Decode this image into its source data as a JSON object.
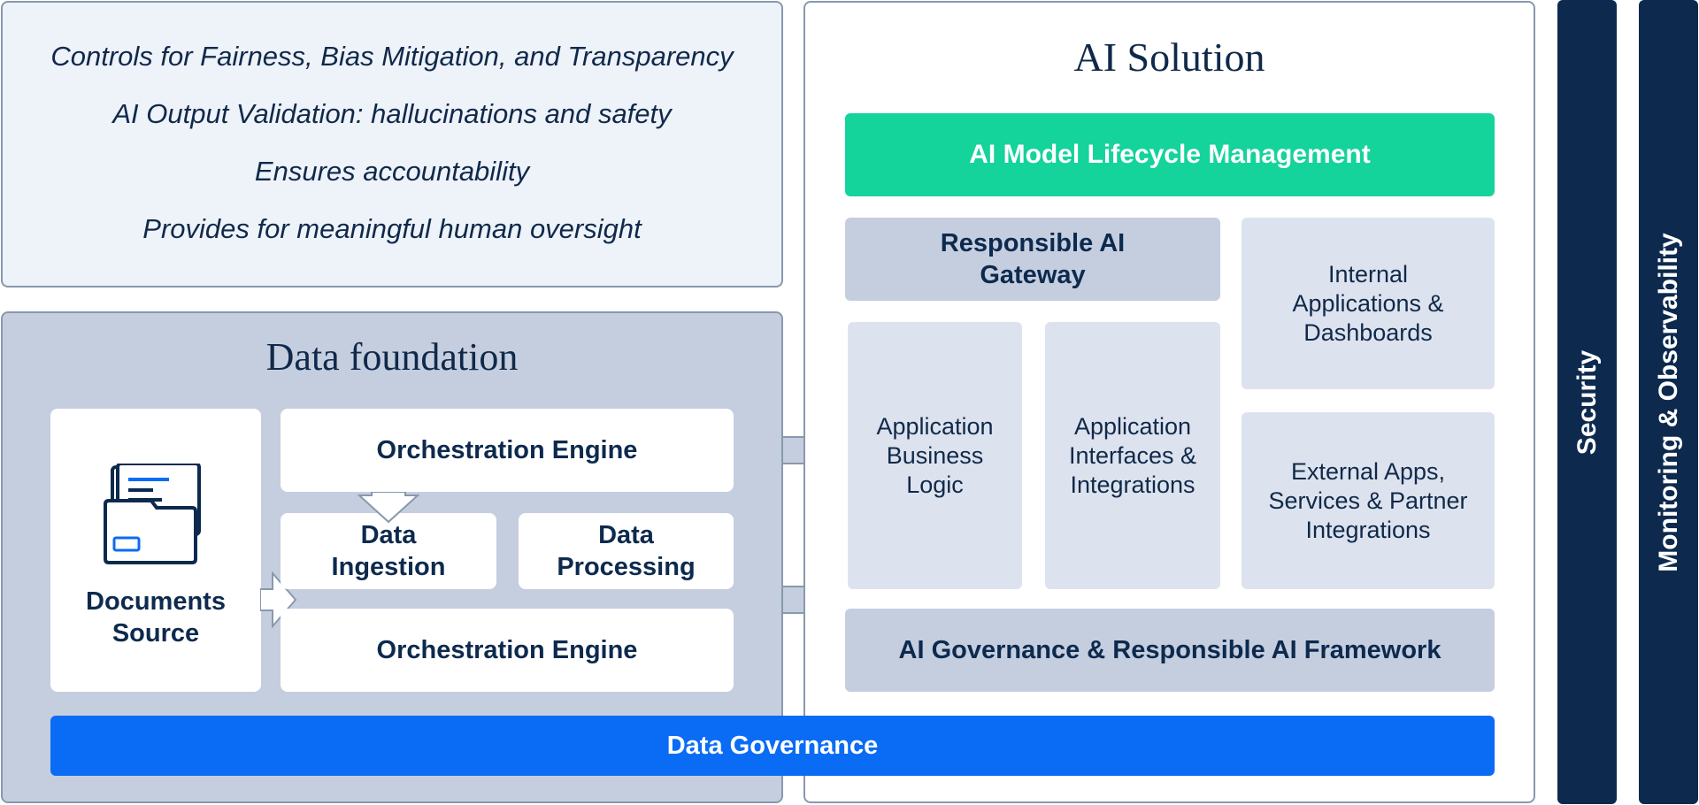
{
  "principles": [
    "Controls for Fairness, Bias Mitigation, and Transparency",
    "AI Output Validation: hallucinations and safety",
    "Ensures accountability",
    "Provides for meaningful human oversight"
  ],
  "data_foundation": {
    "title": "Data foundation",
    "documents_source": "Documents Source",
    "orchestration_top": "Orchestration Engine",
    "data_ingestion": "Data Ingestion",
    "data_processing": "Data Processing",
    "orchestration_bottom": "Orchestration Engine"
  },
  "ai_solution": {
    "title": "AI Solution",
    "lifecycle": "AI Model Lifecycle Management",
    "gateway": "Responsible AI Gateway",
    "internal_apps": "Internal Applications & Dashboards",
    "business_logic": "Application Business Logic",
    "interfaces": "Application Interfaces & Integrations",
    "external_apps": "External Apps, Services & Partner Integrations",
    "governance_framework": "AI Governance & Responsible AI Framework"
  },
  "data_governance": "Data Governance",
  "security": "Security",
  "monitoring": "Monitoring & Observability",
  "colors": {
    "navy": "#0d2a4e",
    "green": "#14d39b",
    "blue": "#0a6cf5",
    "panel_grey": "#c5cedf",
    "light_grey": "#dde3ee"
  }
}
